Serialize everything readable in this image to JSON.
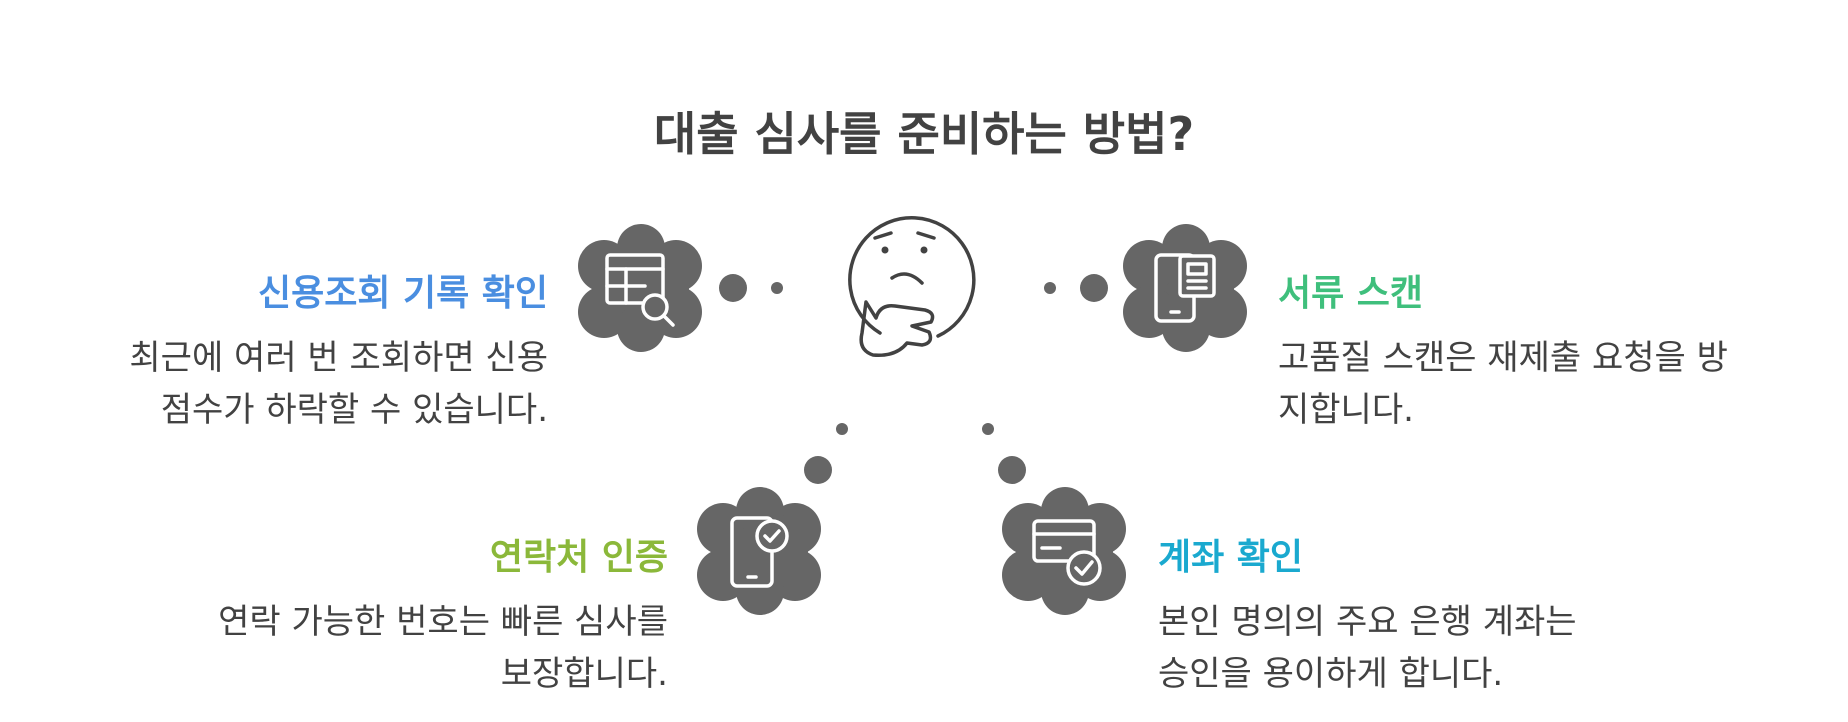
{
  "title": "대출 심사를 준비하는 방법?",
  "colors": {
    "icon_fill": "#666666",
    "text": "#424242",
    "credit": "#4a8ee0",
    "document": "#3fbf7c",
    "contact": "#8bb83a",
    "account": "#1aa9cf"
  },
  "center_icon": "thinking-face-icon",
  "items": [
    {
      "id": "credit",
      "icon": "table-search-icon",
      "heading": "신용조회 기록 확인",
      "desc_lines": [
        "최근에 여러 번 조회하면 신용",
        "점수가 하락할 수 있습니다."
      ]
    },
    {
      "id": "document",
      "icon": "phone-document-icon",
      "heading": "서류 스캔",
      "desc_lines": [
        "고품질 스캔은 재제출 요청을 방",
        "지합니다."
      ]
    },
    {
      "id": "contact",
      "icon": "phone-check-icon",
      "heading": "연락처 인증",
      "desc_lines": [
        "연락 가능한 번호는 빠른 심사를",
        "보장합니다."
      ]
    },
    {
      "id": "account",
      "icon": "card-check-icon",
      "heading": "계좌 확인",
      "desc_lines": [
        "본인 명의의 주요 은행 계좌는",
        "승인을 용이하게 합니다."
      ]
    }
  ]
}
